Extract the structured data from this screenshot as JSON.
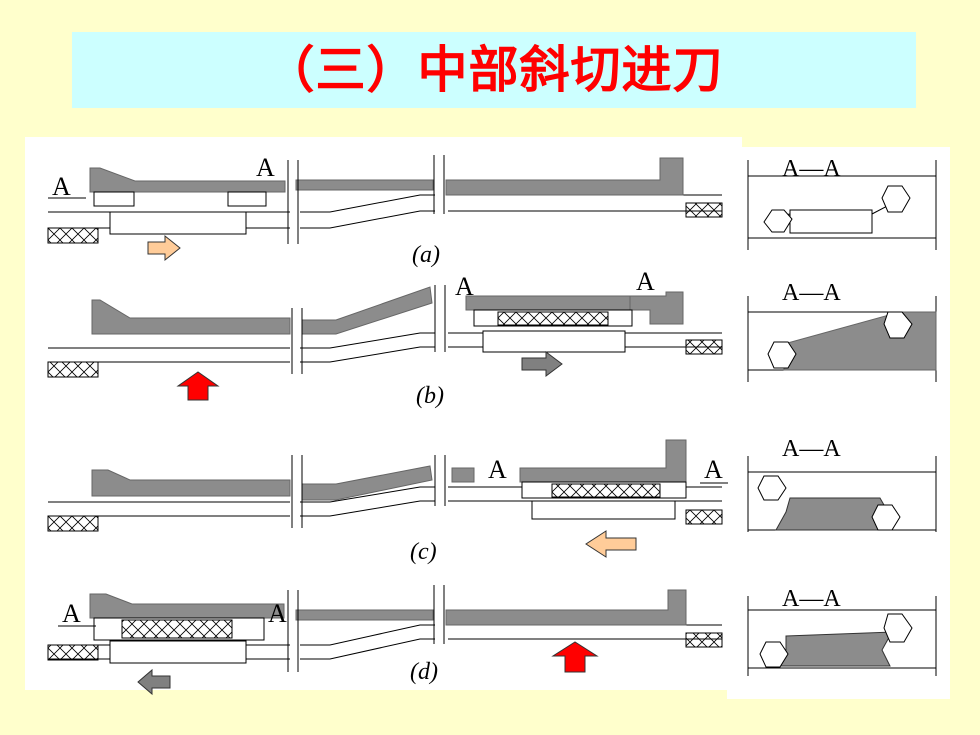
{
  "title": "（三）中部斜切进刀",
  "section_label": "A—A",
  "cut_marker": "A",
  "step_labels": [
    "(a)",
    "(b)",
    "(c)",
    "(d)"
  ],
  "colors": {
    "background": "#FFFFCC",
    "title_bg": "#CCFFFF",
    "title_text": "#FF0000",
    "shearer_body": "#8C8C8C",
    "arrow_orange": "#FFCC99",
    "arrow_gray": "#808080",
    "arrow_red": "#FF0000"
  },
  "icons": [
    "arrow-right-icon",
    "arrow-up-icon",
    "arrow-left-icon"
  ]
}
